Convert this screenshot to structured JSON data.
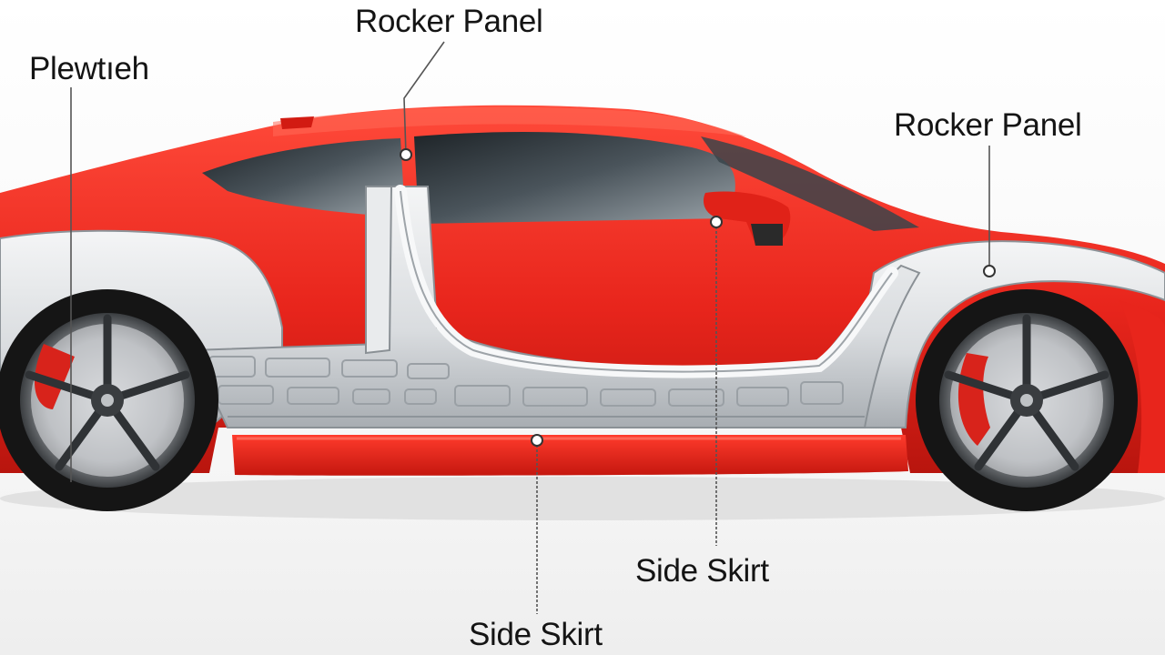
{
  "labels": {
    "top_left": "Plewtıeh",
    "top_center": "Rocker Panel",
    "right": "Rocker Panel",
    "bottom_right": "Side Skirt",
    "bottom_center": "Side Skirt"
  },
  "colors": {
    "body_red": "#e8251c",
    "body_red_dark": "#b8150e",
    "frame_silver": "#dcdfe2",
    "frame_shadow": "#9aa0a6",
    "glass": "#2c3338",
    "tire": "#1a1a1a",
    "caliper": "#d8231b",
    "leader_line": "#444444"
  }
}
